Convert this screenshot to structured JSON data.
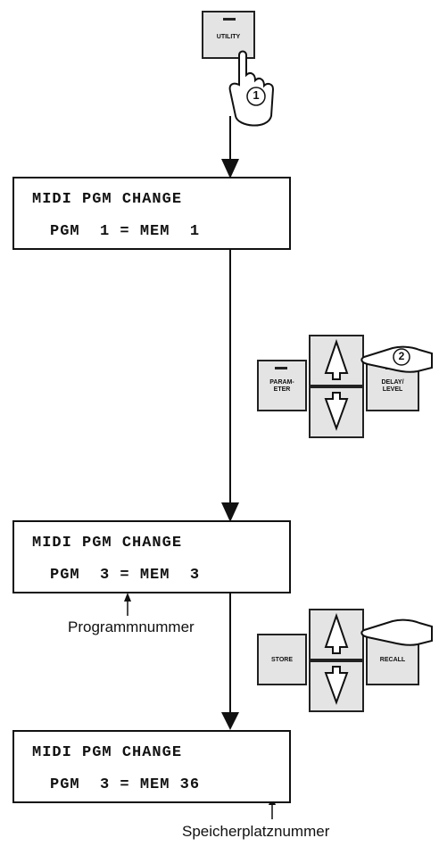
{
  "utility_button": {
    "label": "UTILITY",
    "step": "1"
  },
  "display_1": {
    "line1": "MIDI PGM CHANGE",
    "line2": "PGM  1 = MEM  1"
  },
  "panel_1": {
    "left_label": "PARAM-\nETER",
    "right_label": "DELAY/\nLEVEL",
    "step": "2"
  },
  "display_2": {
    "line1": "MIDI PGM CHANGE",
    "line2": "PGM  3 = MEM  3"
  },
  "caption_1": "Programmnummer",
  "panel_2": {
    "left_label": "STORE",
    "right_label": "RECALL"
  },
  "display_3": {
    "line1": "MIDI PGM CHANGE",
    "line2": "PGM  3 = MEM 36"
  },
  "caption_2": "Speicherplatznummer"
}
